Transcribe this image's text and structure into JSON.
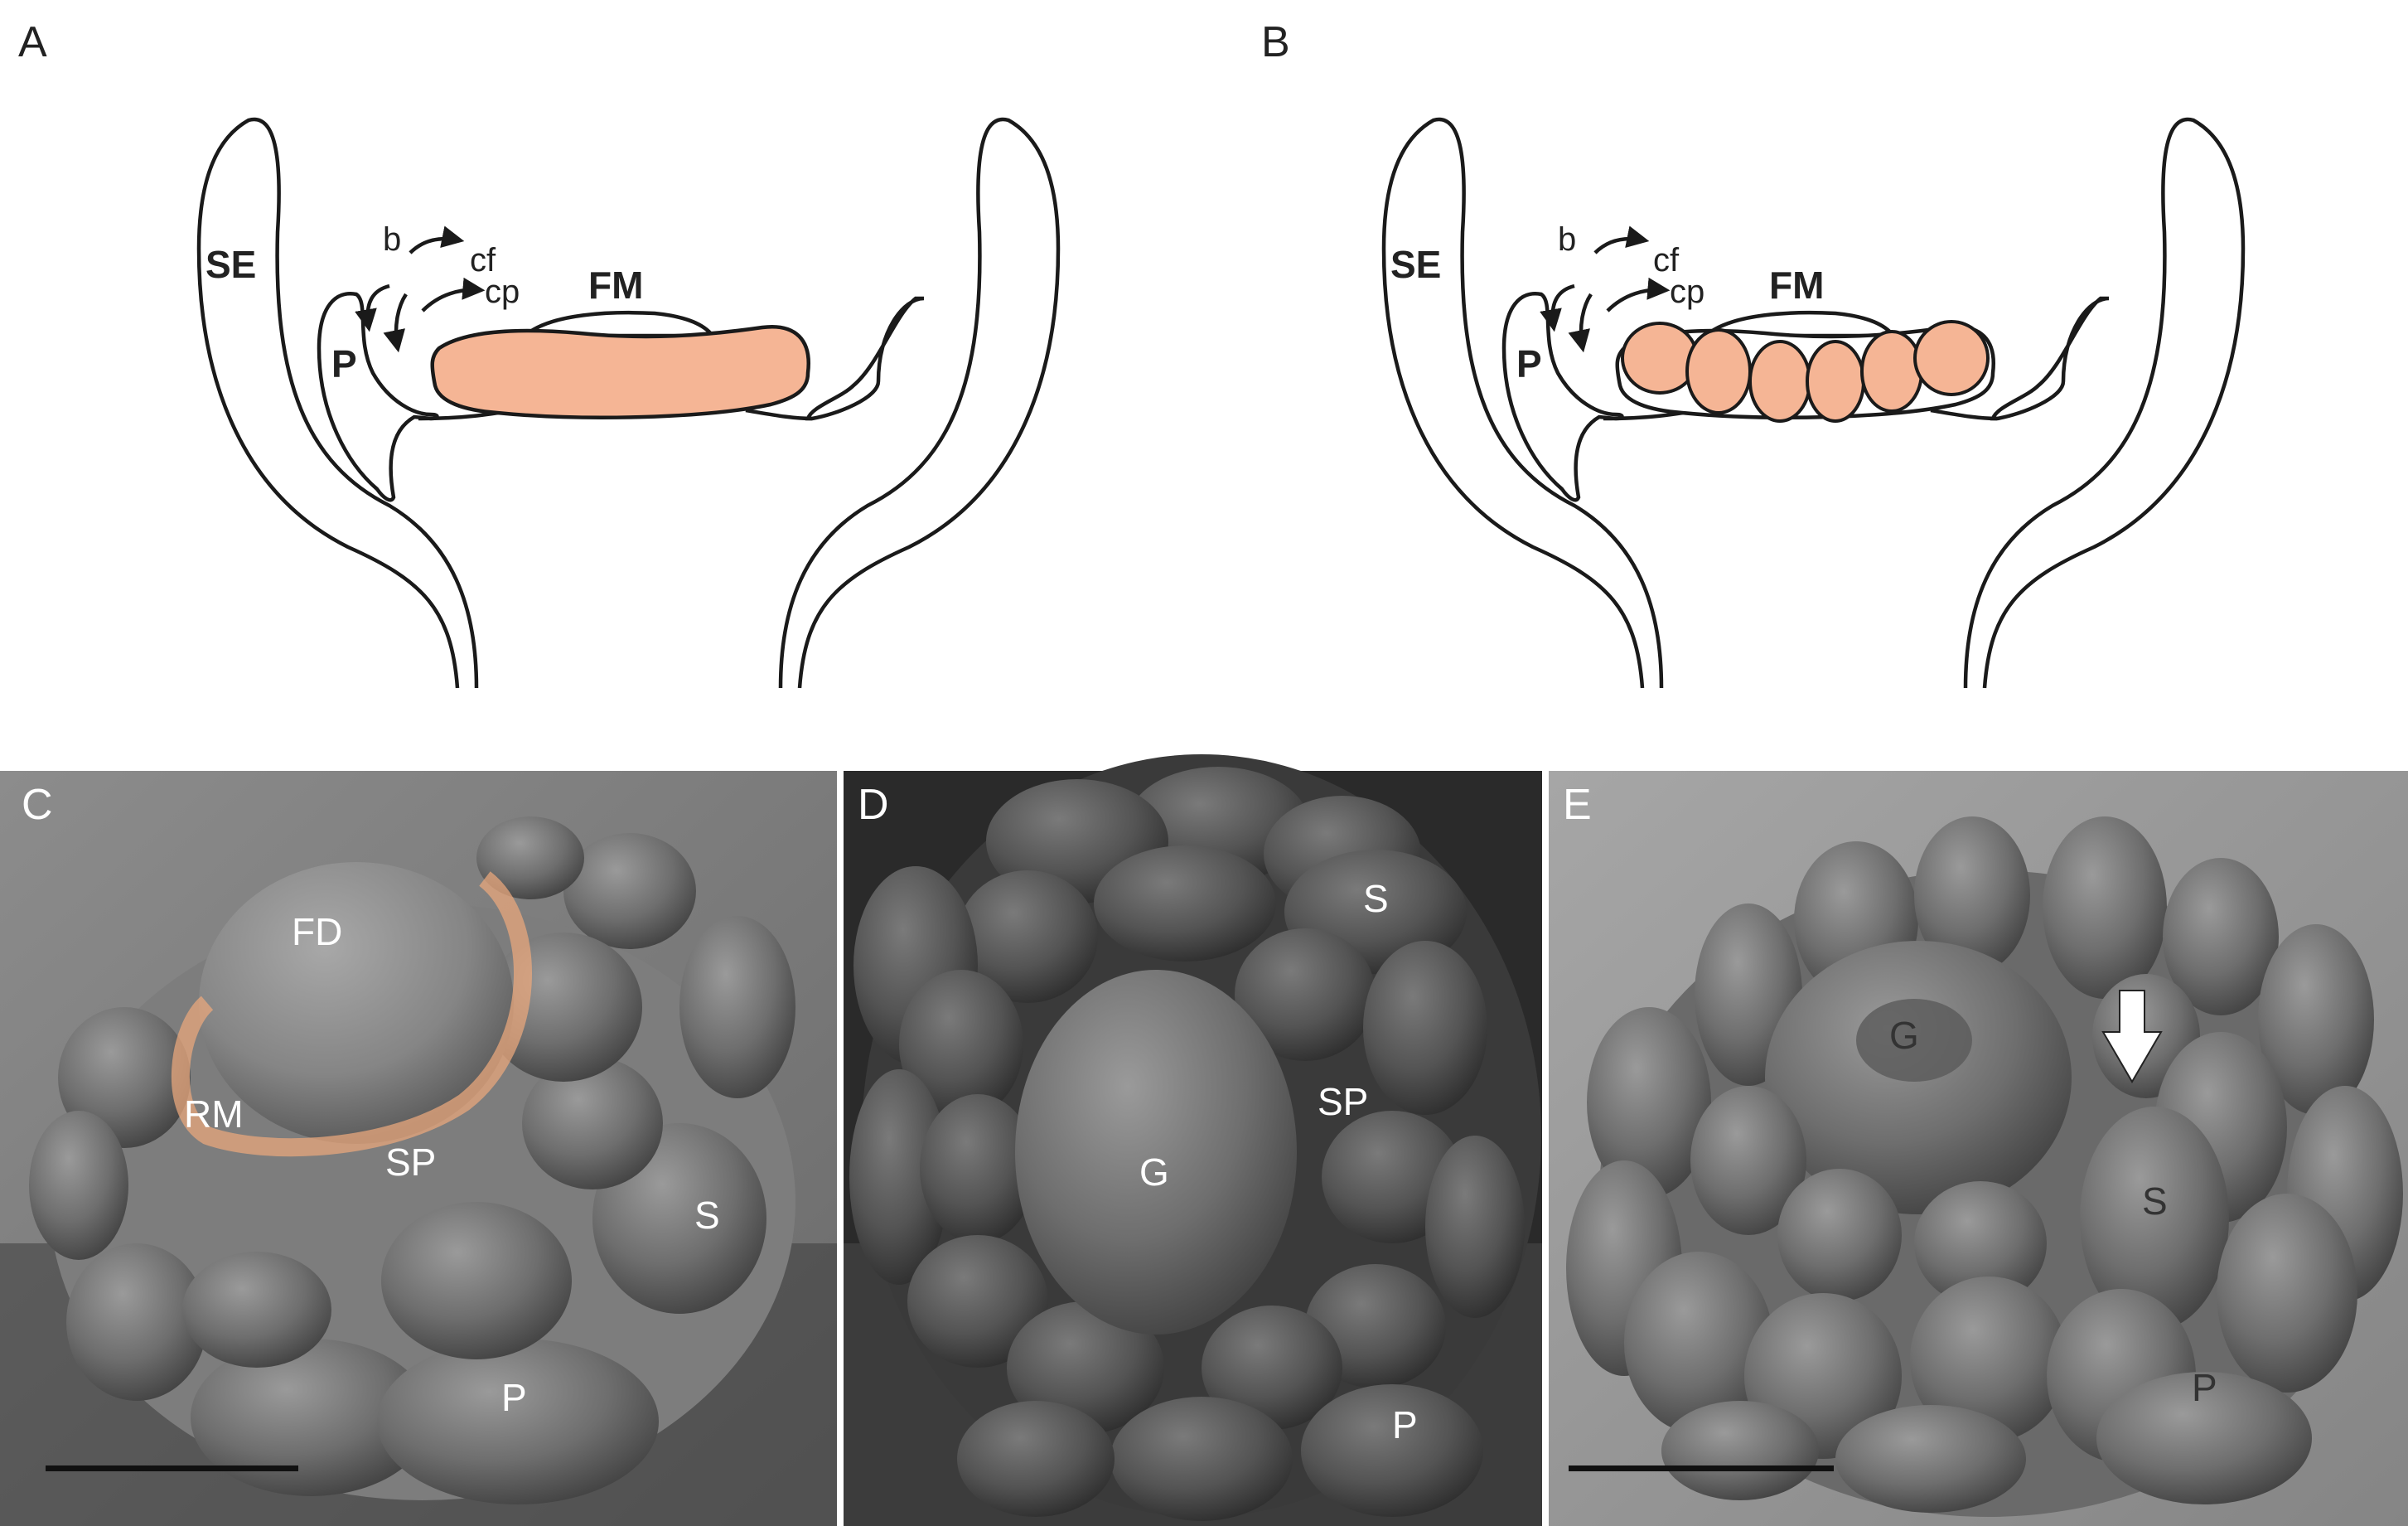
{
  "colors": {
    "meristem_fill": "#f5b595",
    "outline": "#1a1a1a",
    "ring": "#e8a77c",
    "scale_bar": "#111111"
  },
  "panel_a": {
    "letter": "A",
    "labels": {
      "sepal": "SE",
      "petal": "P",
      "floral_meristem": "FM",
      "arrow_b": "b",
      "arrow_cf": "cf",
      "arrow_cp": "cp"
    }
  },
  "panel_b": {
    "letter": "B",
    "labels": {
      "sepal": "SE",
      "petal": "P",
      "floral_meristem": "FM",
      "arrow_b": "b",
      "arrow_cf": "cf",
      "arrow_cp": "cp"
    }
  },
  "panel_c": {
    "letter": "C",
    "labels": {
      "fd": "FD",
      "rm": "RM",
      "sp": "SP",
      "s": "S",
      "p": "P"
    }
  },
  "panel_d": {
    "letter": "D",
    "labels": {
      "s": "S",
      "sp": "SP",
      "g": "G",
      "p": "P"
    }
  },
  "panel_e": {
    "letter": "E",
    "labels": {
      "g": "G",
      "s": "S",
      "p": "P"
    },
    "arrow_icon": "white-down-arrow"
  }
}
